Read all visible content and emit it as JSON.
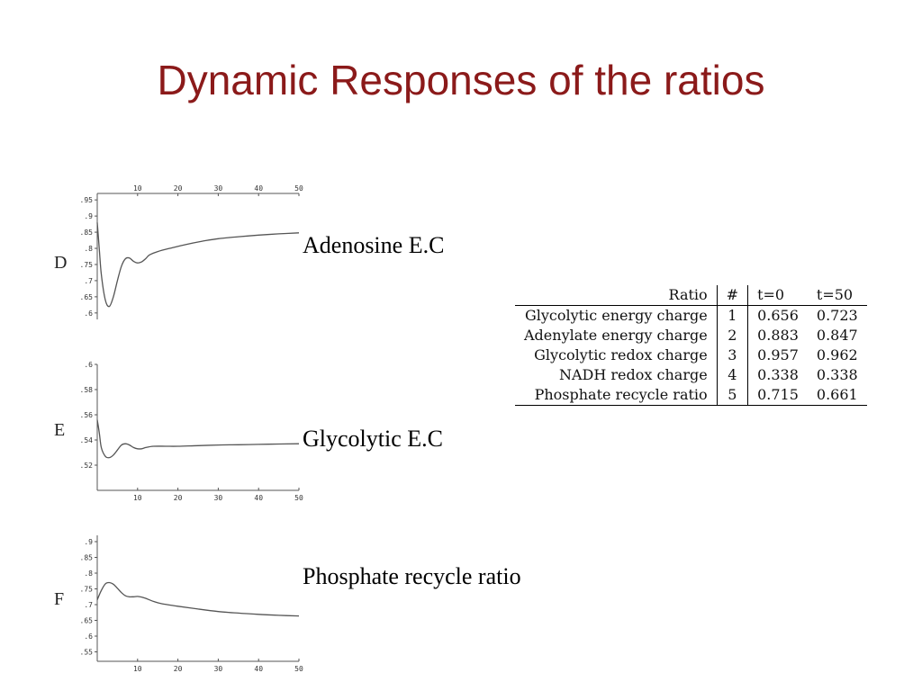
{
  "slide": {
    "title": "Dynamic Responses of the ratios"
  },
  "panels": [
    {
      "letter": "D",
      "label": "Adenosine E.C"
    },
    {
      "letter": "E",
      "label": "Glycolytic E.C"
    },
    {
      "letter": "F",
      "label": "Phosphate recycle ratio"
    }
  ],
  "table": {
    "headers": [
      "Ratio",
      "#",
      "t=0",
      "t=50"
    ],
    "rows": [
      [
        "Glycolytic energy charge",
        "1",
        "0.656",
        "0.723"
      ],
      [
        "Adenylate energy charge",
        "2",
        "0.883",
        "0.847"
      ],
      [
        "Glycolytic redox charge",
        "3",
        "0.957",
        "0.962"
      ],
      [
        "NADH redox charge",
        "4",
        "0.338",
        "0.338"
      ],
      [
        "Phosphate recycle ratio",
        "5",
        "0.715",
        "0.661"
      ]
    ]
  },
  "chart_data": [
    {
      "type": "line",
      "xlim": [
        0,
        50
      ],
      "ylim": [
        0.58,
        0.97
      ],
      "x_ticks": [
        10,
        20,
        30,
        40,
        50
      ],
      "y_ticks": [
        0.6,
        0.65,
        0.7,
        0.75,
        0.8,
        0.85,
        0.9,
        0.95
      ],
      "x_axis_position": "top",
      "x": [
        0,
        0.5,
        1,
        2,
        3,
        4,
        5,
        6,
        7,
        8,
        9,
        10,
        11,
        12,
        13,
        15,
        18,
        22,
        26,
        30,
        35,
        40,
        45,
        50
      ],
      "y": [
        0.88,
        0.8,
        0.72,
        0.64,
        0.62,
        0.65,
        0.7,
        0.745,
        0.768,
        0.77,
        0.76,
        0.755,
        0.758,
        0.768,
        0.78,
        0.79,
        0.8,
        0.812,
        0.822,
        0.83,
        0.836,
        0.841,
        0.845,
        0.848
      ]
    },
    {
      "type": "line",
      "xlim": [
        0,
        50
      ],
      "ylim": [
        0.5,
        0.6
      ],
      "x_ticks": [
        10,
        20,
        30,
        40,
        50
      ],
      "y_ticks": [
        0.52,
        0.54,
        0.56,
        0.58,
        0.6
      ],
      "x_axis_position": "bottom",
      "x": [
        0,
        0.5,
        1,
        2,
        3,
        4,
        5,
        6,
        7,
        8,
        9,
        10,
        11,
        12,
        14,
        17,
        20,
        25,
        30,
        35,
        40,
        45,
        50
      ],
      "y": [
        0.556,
        0.546,
        0.534,
        0.527,
        0.526,
        0.528,
        0.532,
        0.536,
        0.537,
        0.536,
        0.534,
        0.533,
        0.533,
        0.534,
        0.535,
        0.535,
        0.535,
        0.5355,
        0.536,
        0.5362,
        0.5365,
        0.5368,
        0.537
      ]
    },
    {
      "type": "line",
      "xlim": [
        0,
        50
      ],
      "ylim": [
        0.52,
        0.92
      ],
      "x_ticks": [
        10,
        20,
        30,
        40,
        50
      ],
      "y_ticks": [
        0.55,
        0.6,
        0.65,
        0.7,
        0.75,
        0.8,
        0.85,
        0.9
      ],
      "x_axis_position": "bottom",
      "x": [
        0,
        1,
        2,
        3,
        4,
        5,
        6,
        7,
        8,
        9,
        10,
        11,
        12,
        14,
        16,
        20,
        25,
        30,
        35,
        40,
        45,
        50
      ],
      "y": [
        0.715,
        0.745,
        0.766,
        0.77,
        0.765,
        0.752,
        0.738,
        0.728,
        0.725,
        0.725,
        0.726,
        0.724,
        0.72,
        0.71,
        0.703,
        0.695,
        0.686,
        0.678,
        0.673,
        0.669,
        0.666,
        0.664
      ]
    }
  ]
}
